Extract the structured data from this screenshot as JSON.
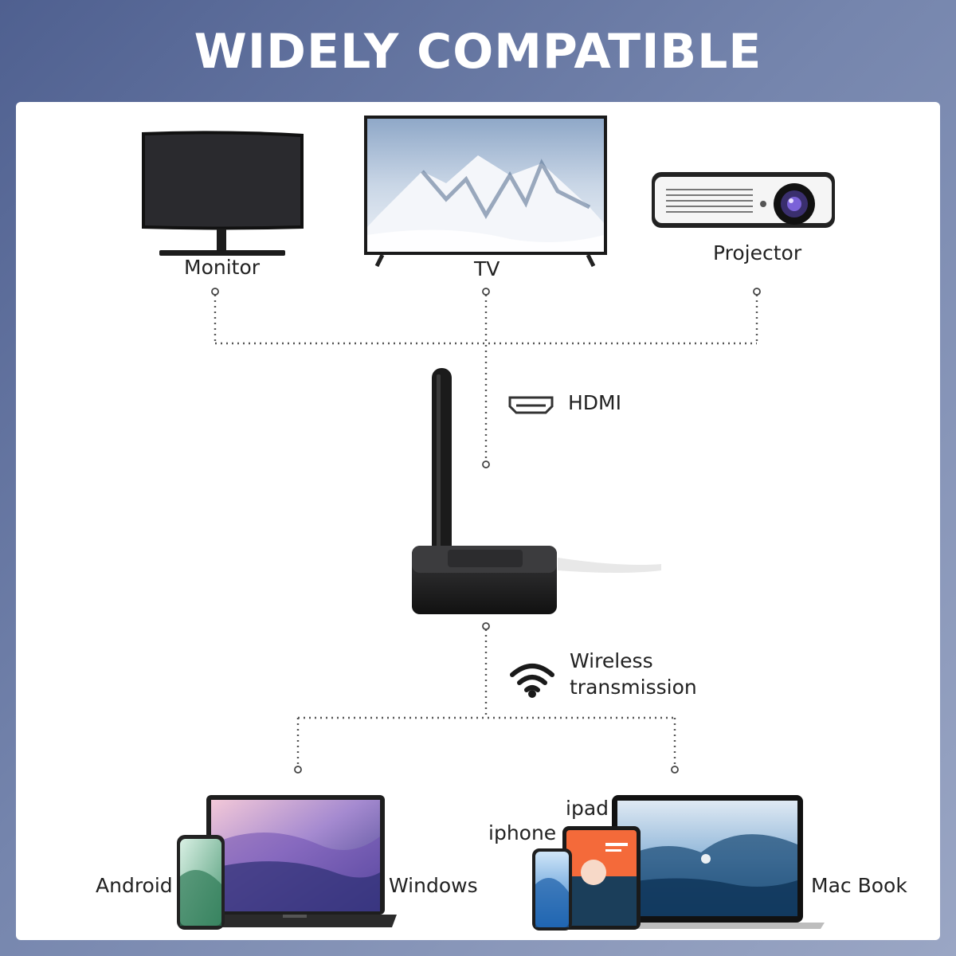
{
  "title": "WIDELY COMPATIBLE",
  "outputs": {
    "monitor": "Monitor",
    "tv": "TV",
    "projector": "Projector"
  },
  "connection": {
    "hdmi": "HDMI",
    "wireless_line1": "Wireless",
    "wireless_line2": "transmission"
  },
  "sources": {
    "android": "Android",
    "windows": "Windows",
    "iphone": "iphone",
    "ipad": "ipad",
    "macbook": "Mac Book"
  },
  "colors": {
    "background": "#5e6f9c",
    "panel": "#ffffff",
    "dotted_line": "#555555"
  }
}
